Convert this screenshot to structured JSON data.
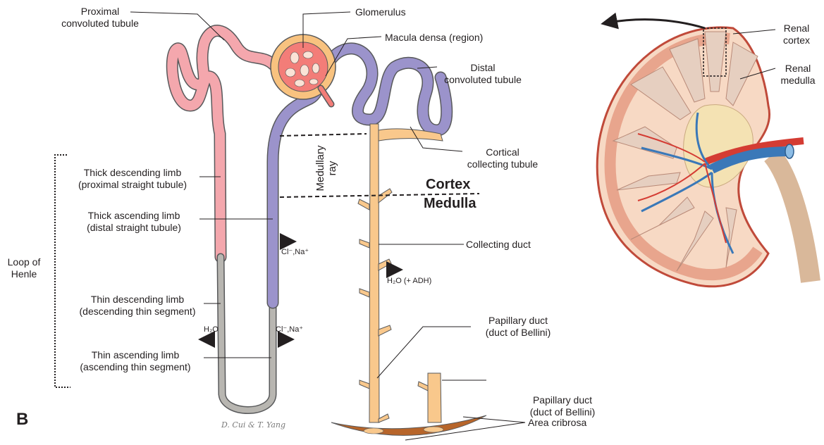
{
  "panel_letter": "B",
  "signature": "D. Cui & T. Yang",
  "labels": {
    "proximal_convoluted": [
      "Proximal",
      "convoluted tubule"
    ],
    "glomerulus": "Glomerulus",
    "macula_densa": "Macula densa (region)",
    "distal_convoluted": [
      "Distal",
      "convoluted tubule"
    ],
    "medullary_ray": [
      "Medullary",
      "ray"
    ],
    "cortical_collecting": [
      "Cortical",
      "collecting tubule"
    ],
    "cortex": "Cortex",
    "medulla": "Medulla",
    "thick_descending": [
      "Thick descending limb",
      "(proximal straight tubule)"
    ],
    "thick_ascending": [
      "Thick ascending limb",
      "(distal straight tubule)"
    ],
    "collecting_duct": "Collecting duct",
    "loop_of_henle": [
      "Loop of",
      "Henle"
    ],
    "thin_descending": [
      "Thin descending limb",
      "(descending thin segment)"
    ],
    "thin_ascending": [
      "Thin ascending limb",
      "(ascending thin segment)"
    ],
    "papillary_duct_1": [
      "Papillary duct",
      "(duct of Bellini)"
    ],
    "papillary_duct_2": [
      "Papillary duct",
      "(duct of Bellini)"
    ],
    "area_cribrosa": "Area cribrosa",
    "renal_cortex": [
      "Renal",
      "cortex"
    ],
    "renal_medulla": [
      "Renal",
      "medulla"
    ]
  },
  "ions": {
    "cl_na_upper": "Cl⁻,Na⁺",
    "h2o_adh": "H₂O (+ ADH)",
    "h2o_lower": "H₂O",
    "cl_na_lower": "Cl⁻,Na⁺"
  },
  "colors": {
    "proximal": "#f4a7ad",
    "distal": "#9b93cb",
    "thin": "#b8b6b1",
    "collecting": "#f9c88c",
    "glomerulus": "#f37d78",
    "capsule": "#f8c27f",
    "cribrosa": "#b7652a",
    "outline": "#58595b"
  }
}
